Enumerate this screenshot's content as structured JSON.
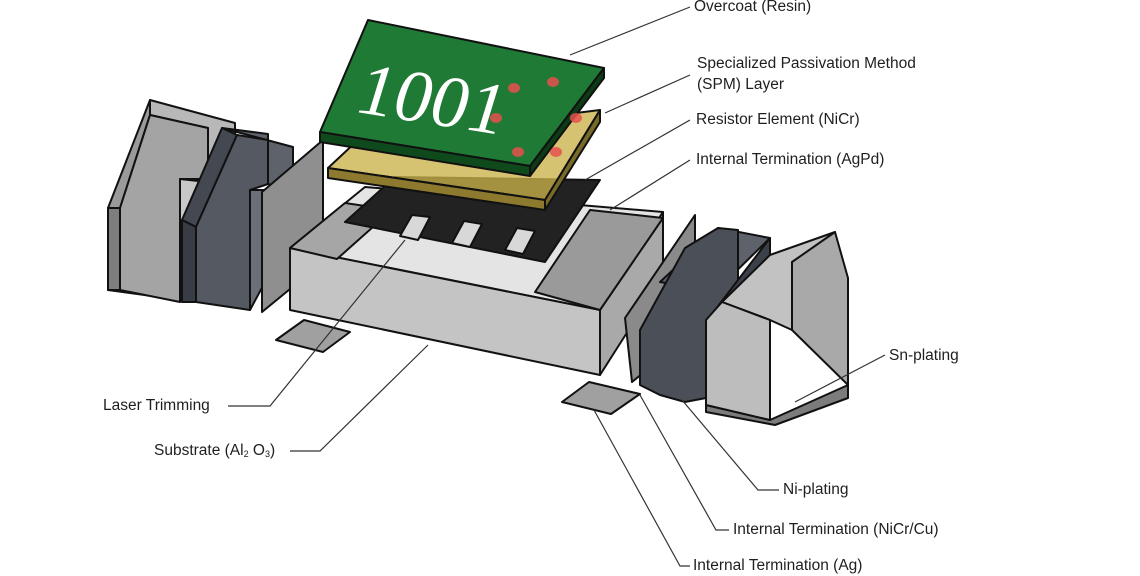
{
  "diagram": {
    "marking": "1001",
    "labels": {
      "overcoat": "Overcoat (Resin)",
      "spm_line1": "Specialized Passivation Method",
      "spm_line2": "(SPM) Layer",
      "resistor": "Resistor Element (NiCr)",
      "agpd": "Internal Termination (AgPd)",
      "sn": "Sn-plating",
      "laser": "Laser Trimming",
      "substrate_pre": "Substrate (Al",
      "substrate_sub1": "2",
      "substrate_mid": " O",
      "substrate_sub2": "3",
      "substrate_post": ")",
      "ni": "Ni-plating",
      "nicrcu": "Internal Termination (NiCr/Cu)",
      "ag": "Internal Termination (Ag)"
    },
    "colors": {
      "overcoat": "#1f7a35",
      "spm_layer": "#c9b24a",
      "resistor": "#222222",
      "substrate_top": "#e3e3e3",
      "substrate_front": "#c2c2c2",
      "termination_light": "#a9a9a9",
      "termination_dark": "#4b4f58",
      "marking_dots": "#e8504e"
    }
  }
}
